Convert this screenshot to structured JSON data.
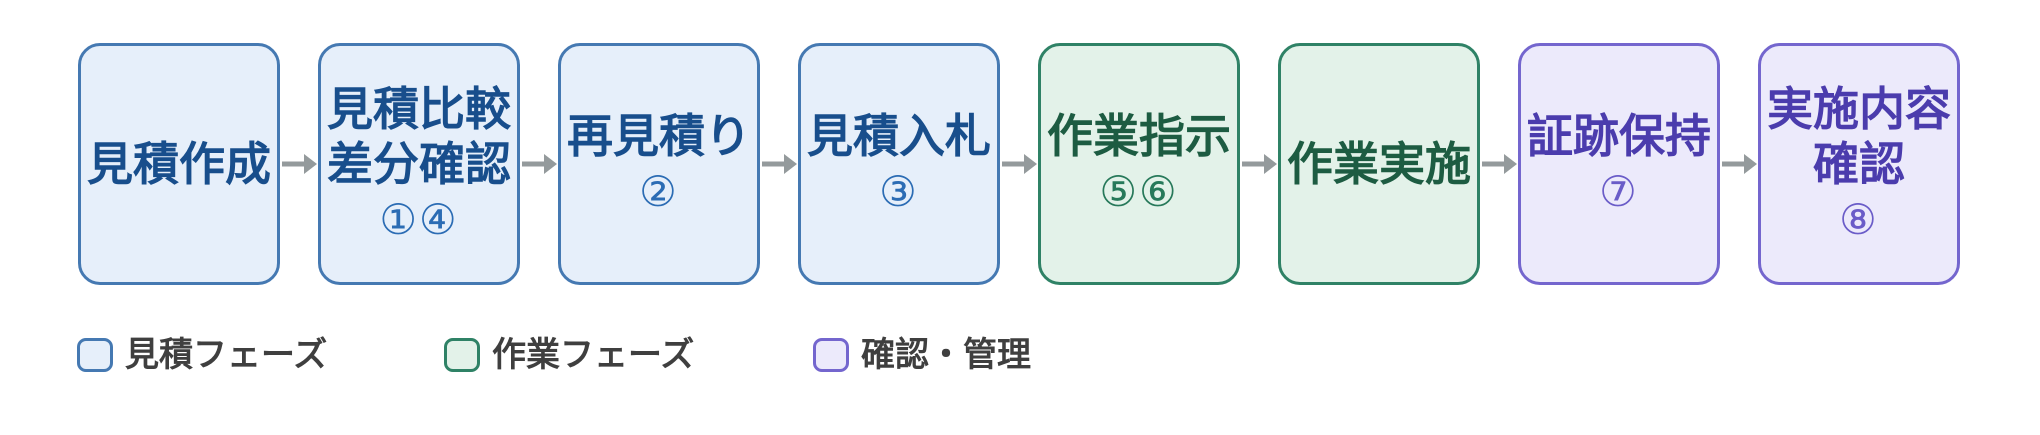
{
  "diagram": {
    "steps": [
      {
        "lines": [
          "見積作成"
        ],
        "numbers": "",
        "phase": "estimate"
      },
      {
        "lines": [
          "見積比較",
          "差分確認"
        ],
        "numbers": "①④",
        "phase": "estimate"
      },
      {
        "lines": [
          "再見積り"
        ],
        "numbers": "②",
        "phase": "estimate"
      },
      {
        "lines": [
          "見積入札"
        ],
        "numbers": "③",
        "phase": "estimate"
      },
      {
        "lines": [
          "作業指示"
        ],
        "numbers": "⑤⑥",
        "phase": "work"
      },
      {
        "lines": [
          "作業実施"
        ],
        "numbers": "",
        "phase": "work"
      },
      {
        "lines": [
          "証跡保持"
        ],
        "numbers": "⑦",
        "phase": "review"
      },
      {
        "lines": [
          "実施内容",
          "確認"
        ],
        "numbers": "⑧",
        "phase": "review"
      }
    ],
    "legend": [
      {
        "label": "見積フェーズ",
        "phase": "estimate"
      },
      {
        "label": "作業フェーズ",
        "phase": "work"
      },
      {
        "label": "確認・管理",
        "phase": "review"
      }
    ],
    "colors": {
      "estimate": {
        "fill": "#e6effa",
        "border": "#4579b2",
        "text": "#184e8c",
        "number": "#2b6cb4"
      },
      "work": {
        "fill": "#e3f2e9",
        "border": "#2f8266",
        "text": "#1d5c42",
        "number": "#27795a"
      },
      "review": {
        "fill": "#eceafb",
        "border": "#7466ce",
        "text": "#4b3cad",
        "number": "#6a5cc8"
      },
      "arrow": "#949a9c",
      "legend_text": "#3f3f3f",
      "background": "#ffffff"
    }
  }
}
